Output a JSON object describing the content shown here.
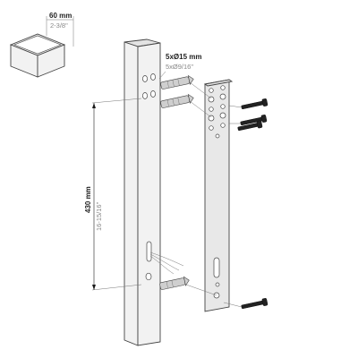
{
  "dimensions": {
    "post_width_mm": "60 mm",
    "post_width_in": "2-3/8\"",
    "hole_spec_mm": "5xØ15 mm",
    "hole_spec_in": "5xØ9/16\"",
    "height_mm": "430 mm",
    "height_in": "16-15/16\""
  },
  "colors": {
    "line": "#444444",
    "plate_fill": "#e8e8e8",
    "post_fill": "#f2f2f2",
    "screw": "#222222"
  },
  "icons": [
    "post-section-icon",
    "screw-icon",
    "anchor-icon",
    "mounting-plate-icon"
  ]
}
